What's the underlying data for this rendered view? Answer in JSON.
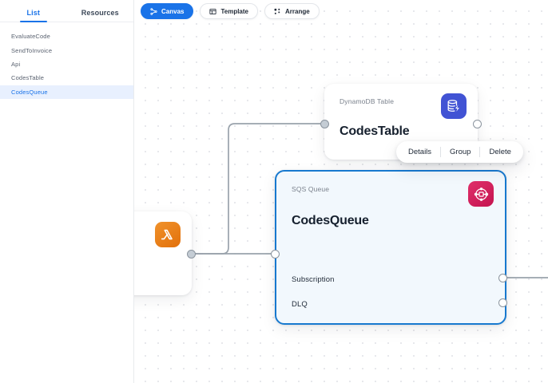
{
  "sidebar": {
    "tabs": [
      {
        "label": "List",
        "active": true
      },
      {
        "label": "Resources",
        "active": false
      }
    ],
    "items": [
      {
        "label": "EvaluateCode",
        "selected": false
      },
      {
        "label": "SendToInvoice",
        "selected": false
      },
      {
        "label": "Api",
        "selected": false
      },
      {
        "label": "CodesTable",
        "selected": false
      },
      {
        "label": "CodesQueue",
        "selected": true
      }
    ]
  },
  "toolbar": {
    "canvas_label": "Canvas",
    "template_label": "Template",
    "arrange_label": "Arrange",
    "active": "Canvas",
    "accent_color": "#1a73e8"
  },
  "context_menu": {
    "details_label": "Details",
    "group_label": "Group",
    "delete_label": "Delete"
  },
  "nodes": {
    "lambda": {
      "kind": "",
      "title": "",
      "icon": "lambda-icon",
      "icon_color": "#ED8A22"
    },
    "dynamodb": {
      "kind": "DynamoDB Table",
      "title": "CodesTable",
      "icon": "dynamodb-icon",
      "icon_color": "#4153D4"
    },
    "sqs": {
      "kind": "SQS Queue",
      "title": "CodesQueue",
      "icon": "sqs-icon",
      "icon_color": "#D4195C",
      "selected": true,
      "border_color": "#1779cf",
      "ports": [
        {
          "label": "Subscription",
          "connected": true
        },
        {
          "label": "DLQ",
          "connected": false
        }
      ]
    }
  }
}
